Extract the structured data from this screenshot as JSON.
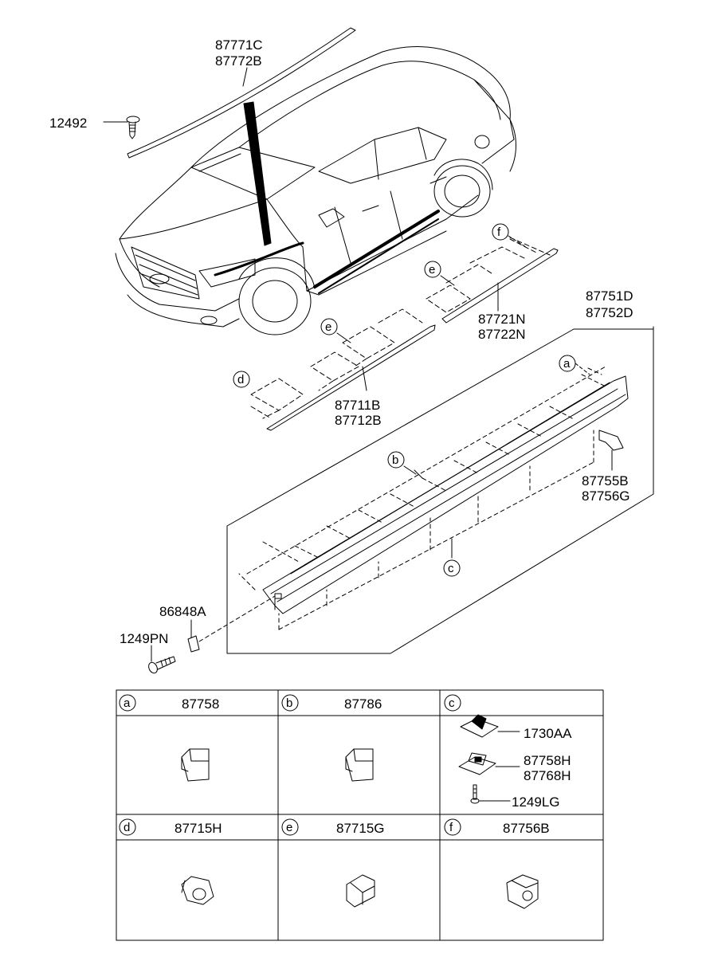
{
  "callouts": {
    "roof_molding": [
      "87771C",
      "87772B"
    ],
    "screw_top": "12492",
    "door_molding_front": [
      "87711B",
      "87712B"
    ],
    "door_molding_rear": [
      "87721N",
      "87722N"
    ],
    "side_sill": [
      "87751D",
      "87752D"
    ],
    "bracket": [
      "87755B",
      "87756G"
    ],
    "clip_front": "86848A",
    "screw_front": "1249PN"
  },
  "letters": {
    "a": "a",
    "b": "b",
    "c": "c",
    "d": "d",
    "e": "e",
    "f": "f"
  },
  "table": {
    "a": {
      "letter": "a",
      "part": "87758"
    },
    "b": {
      "letter": "b",
      "part": "87786"
    },
    "c": {
      "letter": "c",
      "parts": [
        "1730AA",
        "87758H",
        "87768H",
        "1249LG"
      ]
    },
    "d": {
      "letter": "d",
      "part": "87715H"
    },
    "e": {
      "letter": "e",
      "part": "87715G"
    },
    "f": {
      "letter": "f",
      "part": "87756B"
    }
  }
}
